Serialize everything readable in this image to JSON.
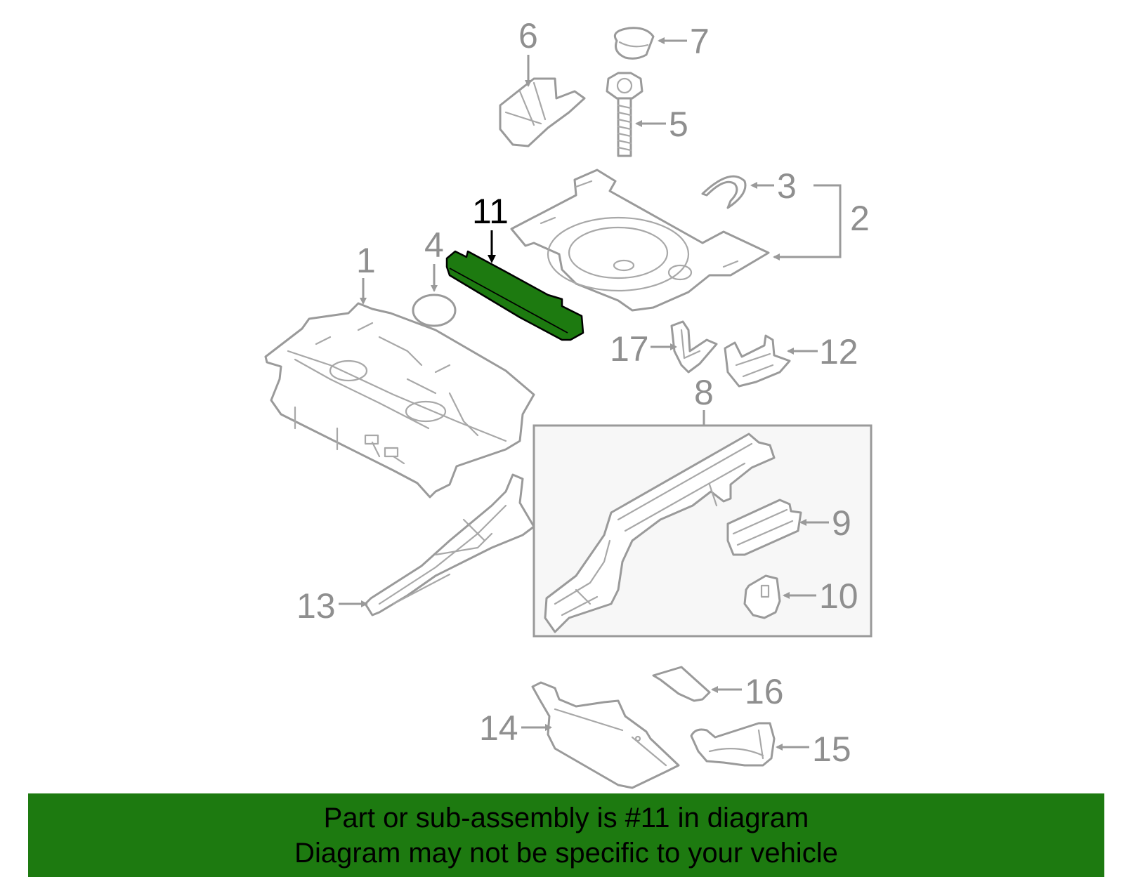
{
  "diagram": {
    "callouts": {
      "c1": "1",
      "c2": "2",
      "c3": "3",
      "c4": "4",
      "c5": "5",
      "c6": "6",
      "c7": "7",
      "c8": "8",
      "c9": "9",
      "c10": "10",
      "c11": "11",
      "c12": "12",
      "c13": "13",
      "c14": "14",
      "c15": "15",
      "c16": "16",
      "c17": "17"
    },
    "highlight_color": "#1d7a10",
    "line_color": "#9a9a9a"
  },
  "footer": {
    "line1": "Part or sub-assembly is #11 in diagram",
    "line2": "Diagram may not be specific to your vehicle",
    "background_color": "#1d7a10"
  }
}
